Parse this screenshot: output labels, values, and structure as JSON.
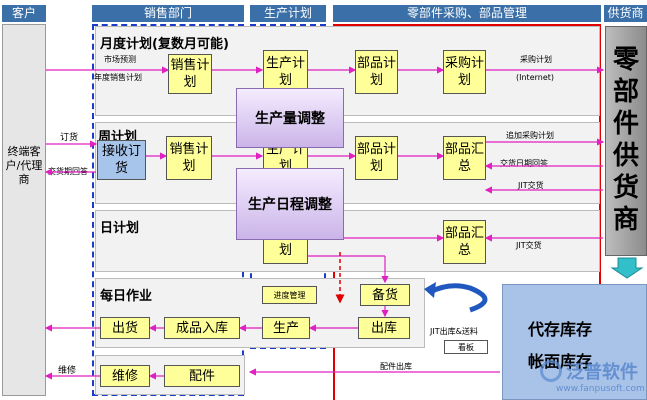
{
  "headers": {
    "customer": "客户",
    "sales": "销售部门",
    "production": "生产计划",
    "procurement": "零部件采购、部品管理",
    "supplier": "供货商"
  },
  "left": {
    "customer_label": "终端客户/代理商",
    "order": "订货",
    "delivery_reply": "交货期回答",
    "repair": "维修"
  },
  "sections": {
    "monthly": "月度计划(复数月可能)",
    "weekly": "周计划",
    "daily": "日计划",
    "daily_ops": "每日作业"
  },
  "labels": {
    "market_forecast": "市场预测",
    "annual_plan": "年度销售计划",
    "purchase_plan": "采购计划",
    "internet": "(Internet)",
    "add_purchase": "追加采购计划",
    "delivery_date_reply": "交货日期回答",
    "jit_delivery_1": "JIT交货",
    "jit_delivery_2": "JIT交货",
    "jit_board_1": "JIT出库&送料",
    "jit_board_2": "看板",
    "parts_out": "配件出库"
  },
  "boxes": {
    "sales_plan_1": "销售计划",
    "prod_plan_1": "生产计划",
    "parts_plan_1": "部品计划",
    "purchase_plan_box": "采购计划",
    "receive_order": "接收订货",
    "sales_plan_2": "销售计划",
    "prod_plan_2": "生产计划",
    "parts_plan_2": "部品计划",
    "parts_summary_1": "部品汇总",
    "prod_plan_3": "生产计划",
    "parts_summary_2": "部品汇总",
    "progress_mgmt": "进度管理",
    "stock_prep": "备货",
    "ship": "出货",
    "finished_in": "成品入库",
    "production": "生产",
    "out_stock": "出库",
    "repair_box": "维修",
    "parts_box": "配件"
  },
  "overlays": {
    "volume_adjust": "生产量调整",
    "schedule_adjust": "生产日程调整"
  },
  "supplier_block": "零部件供货商",
  "warehouse": {
    "consign": "代存库存",
    "book": "帐面库存"
  },
  "watermark": {
    "brand": "泛普软件",
    "url": "www.fanpusoft.com"
  }
}
